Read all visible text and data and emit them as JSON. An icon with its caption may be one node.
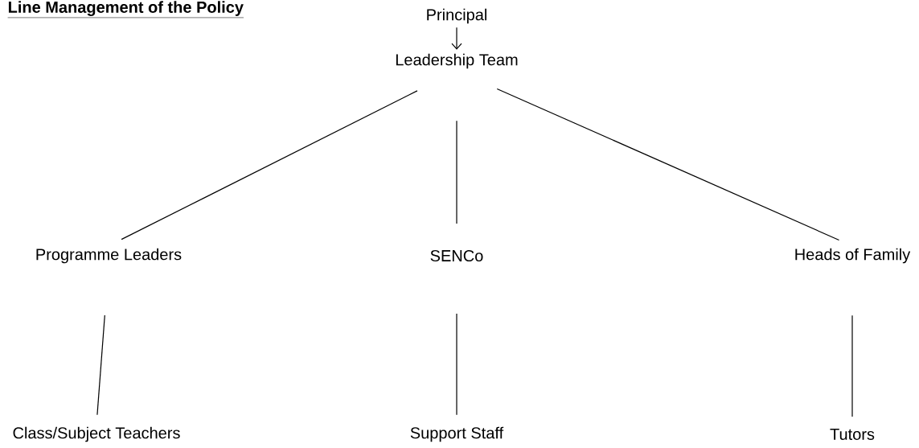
{
  "diagram": {
    "title": "Line Management of the Policy",
    "nodes": [
      {
        "text": [
          "Principal"
        ]
      },
      {
        "text": [
          "Leadership Team"
        ]
      },
      {
        "text": [
          "Programme Leaders"
        ]
      },
      {
        "text": [
          "SENCo"
        ]
      },
      {
        "text": [
          "Heads of Family"
        ]
      },
      {
        "text": [
          "Class/Subject Teachers"
        ]
      },
      {
        "text": [
          "Support Staff"
        ]
      },
      {
        "text": [
          "Tutors"
        ]
      }
    ],
    "edges": [
      {
        "from": 0,
        "to": 1,
        "arrow": "to"
      },
      {
        "from": 1,
        "to": 2,
        "arrow": "none"
      },
      {
        "from": 1,
        "to": 3,
        "arrow": "none"
      },
      {
        "from": 1,
        "to": 4,
        "arrow": "none"
      },
      {
        "from": 2,
        "to": 5,
        "arrow": "none"
      },
      {
        "from": 3,
        "to": 6,
        "arrow": "none"
      },
      {
        "from": 4,
        "to": 7,
        "arrow": "none"
      }
    ]
  }
}
